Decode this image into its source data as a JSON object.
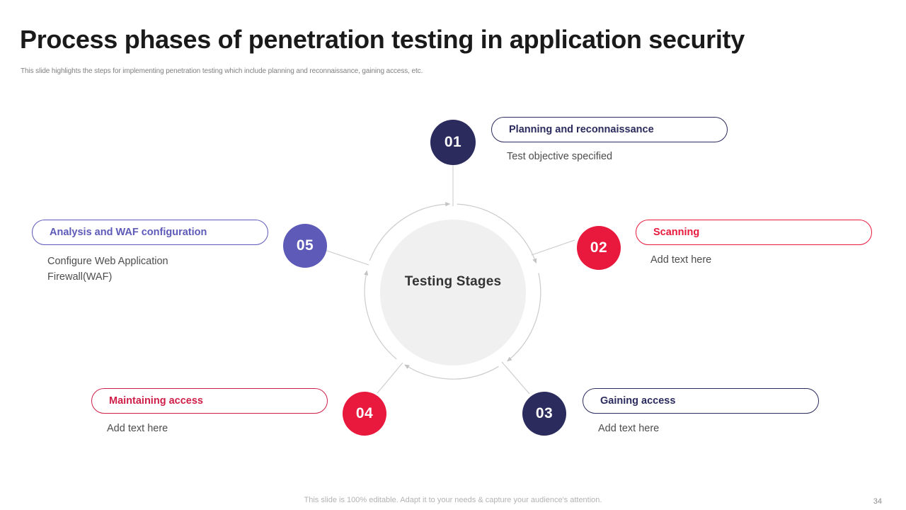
{
  "header": {
    "title": "Process phases of penetration testing in application security",
    "subtitle": "This slide highlights the steps for implementing penetration testing which include planning and reconnaissance, gaining access, etc."
  },
  "diagram": {
    "center_label": "Testing\nStages",
    "type": "cycle",
    "colors": {
      "navy": "#2b2b5e",
      "crimson": "#e8193c",
      "purple": "#5e5ab8",
      "ring": "#cccccc",
      "hub_fill": "#f0f0f0"
    },
    "steps": [
      {
        "number": "01",
        "title": "Planning and reconnaissance",
        "description": "Test objective specified",
        "accent": "#2b2b5e"
      },
      {
        "number": "02",
        "title": "Scanning",
        "description": "Add text here",
        "accent": "#e8193c"
      },
      {
        "number": "03",
        "title": "Gaining access",
        "description": "Add text here",
        "accent": "#2b2b5e"
      },
      {
        "number": "04",
        "title": "Maintaining access",
        "description": "Add text here",
        "accent": "#e8193c"
      },
      {
        "number": "05",
        "title": "Analysis and WAF configuration",
        "description": "Configure Web Application\nFirewall(WAF)",
        "accent": "#5e5ab8"
      }
    ]
  },
  "footer": {
    "note": "This slide is 100% editable. Adapt it to your needs & capture your audience's attention.",
    "page_number": "34"
  }
}
